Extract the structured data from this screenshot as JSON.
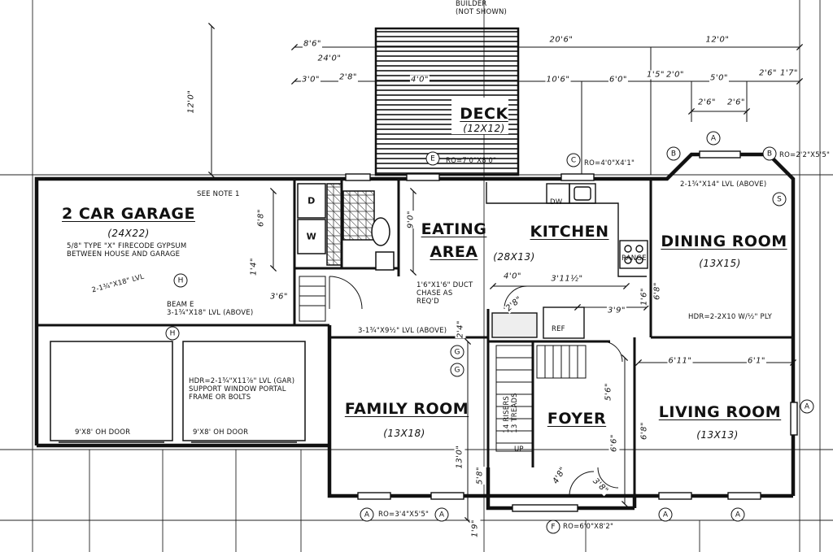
{
  "plan": {
    "rooms": {
      "garage": {
        "name": "2 CAR GARAGE",
        "size": "(24X22)"
      },
      "deck": {
        "name": "DECK",
        "size": "(12X12)"
      },
      "eating": {
        "name1": "EATING",
        "name2": "AREA"
      },
      "kitchen": {
        "name": "KITCHEN",
        "size": "(28X13)"
      },
      "dining": {
        "name": "DINING ROOM",
        "size": "(13X15)"
      },
      "family": {
        "name": "FAMILY ROOM",
        "size": "(13X18)"
      },
      "foyer": {
        "name": "FOYER"
      },
      "living": {
        "name": "LIVING ROOM",
        "size": "(13X13)"
      }
    },
    "notes": {
      "builder": "BUILDER\n(NOT SHOWN)",
      "see_note": "SEE NOTE 1",
      "gypsum": "5/8\" TYPE \"X\" FIRECODE GYPSUM\nBETWEEN HOUSE AND GARAGE",
      "beam_e": "BEAM E\n3-1¾\"X18\" LVL (ABOVE)",
      "beam_family": "3-1¾\"X9½\" LVL (ABOVE)",
      "hdr_garage": "HDR=2-1¾\"X11⅞\" LVL (GAR)\nSUPPORT WINDOW PORTAL\nFRAME OR BOLTS",
      "oh_door_left": "9'X8' OH DOOR",
      "oh_door_right": "9'X8' OH DOOR",
      "duct_chase": "1'6\"X1'6\" DUCT\nCHASE AS\nREQ'D",
      "hdr_dining": "HDR=2-2X10 W/½\" PLY",
      "dw": "DW",
      "range": "RANGE",
      "ref": "REF",
      "washer": "W",
      "dryer": "D",
      "up": "UP",
      "window_e": "E",
      "window_c": "C",
      "window_fr": "RO=3'4\"X5'5\"",
      "window_f": "RO=6'0\"X8'2\"",
      "window_b": "RO=2'2\"X5'5\"",
      "bay_hdr": "2-1¾\"X14\" LVL (ABOVE)",
      "deck_ro": "RO=7'0\"X8'0\"",
      "kitchen_ro": "RO=4'0\"X4'1\"",
      "garage_dim_note": "2-1¾\"X18\" LVL"
    },
    "dims": {
      "top_left": "8'6\"",
      "top_left_2": "24'0\"",
      "top_mid": "20'6\"",
      "top_right": "12'0\"",
      "r1_a": "3'0\"",
      "r1_b": "2'8\"",
      "r1_c": "4'0\"",
      "r1_d": "10'6\"",
      "r1_e": "6'0\"",
      "r1_f": "1'5\"",
      "r1_g": "2'0\"",
      "r1_h": "5'0\"",
      "r1_i": "2'6\"",
      "r1_j": "1'7\"",
      "bay_a": "2'6\"",
      "bay_b": "2'6\"",
      "deck_depth": "12'0\"",
      "garage_6": "6'8\"",
      "garage_14": "1'4\"",
      "garage_36": "3'6\"",
      "eat_depth": "9'0\"",
      "k_4": "4'0\"",
      "k_3": "3'11½\"",
      "k_39": "3'9\"",
      "k_28": "2'8\"",
      "fam_13": "13'0\"",
      "liv_a": "6'11\"",
      "liv_b": "6'1\"",
      "foy_56": "5'6\"",
      "foy_66": "6'6\"",
      "foy_48": "4'8\"",
      "foy_38": "3'8\"",
      "fam_58": "5'8\"",
      "dim_16": "1'6\"",
      "dim_19": "1'9\"",
      "dim_24": "2'4\"",
      "dining_68": "6'8\"",
      "liv_68": "6'8\"",
      "stair": "14 RISERS\n13 TREADS"
    },
    "tags": {
      "a": "A",
      "b": "B",
      "c": "C",
      "d": "D",
      "e": "E",
      "f": "F",
      "g": "G",
      "h": "H",
      "s": "S"
    }
  }
}
